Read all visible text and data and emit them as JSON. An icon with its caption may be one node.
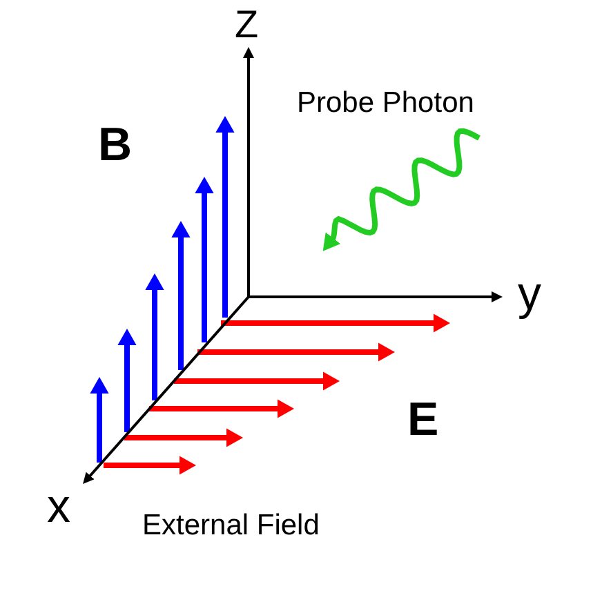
{
  "diagram": {
    "labels": [
      "Z",
      "Probe Photon",
      "B",
      "y",
      "E",
      "x",
      "External Field"
    ]
  }
}
